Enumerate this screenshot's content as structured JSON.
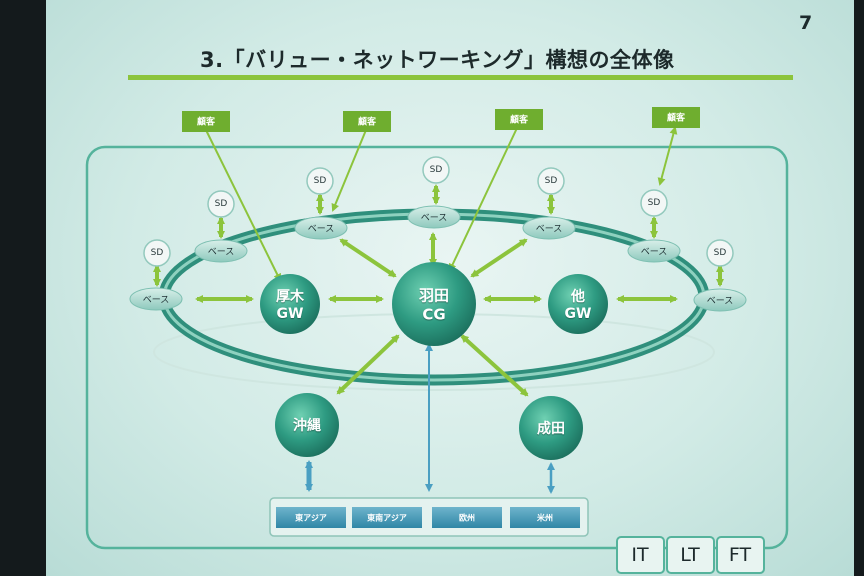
{
  "page_number": "7",
  "title": "3.「バリュー・ネットワーキング」構想の全体像",
  "customers": [
    "顧客",
    "顧客",
    "顧客",
    "顧客"
  ],
  "sd_labels": [
    "SD",
    "SD",
    "SD",
    "SD",
    "SD",
    "SD",
    "SD"
  ],
  "bases": [
    "ベース",
    "ベース",
    "ベース",
    "ベース",
    "ベース",
    "ベース",
    "ベース"
  ],
  "hubs": {
    "left": {
      "line1": "厚木",
      "line2": "GW"
    },
    "center": {
      "line1": "羽田",
      "line2": "CG"
    },
    "right": {
      "line1": "他",
      "line2": "GW"
    },
    "okinawa": {
      "line1": "沖縄"
    },
    "narita": {
      "line1": "成田"
    }
  },
  "destinations": [
    "東アジア",
    "東南アジア",
    "欧州",
    "米州"
  ],
  "tabs": [
    "IT",
    "LT",
    "FT"
  ],
  "colors": {
    "accent_green": "#8cc43c",
    "hub_teal": "#2e9b82",
    "outline": "#4fae98",
    "arrow_blue": "#4a9fc2"
  }
}
